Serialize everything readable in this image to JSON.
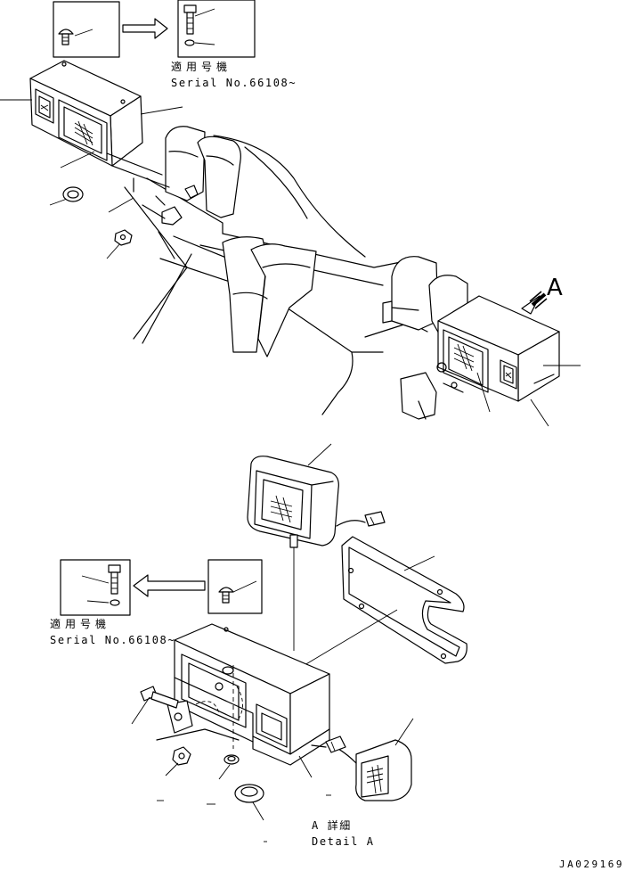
{
  "labels": {
    "applicable_jp_top": "適用号機",
    "serial_top": "Serial No.66108~",
    "applicable_jp_bottom": "適用号機",
    "serial_bottom": "Serial No.66108~",
    "view_letter": "A",
    "detail_jp": "A 詳細",
    "detail_en": "Detail A",
    "drawing_code": "JA029169"
  },
  "icons": {
    "arrow_right": "hollow-arrow-right",
    "arrow_left": "hollow-arrow-left",
    "view_arrow": "hatched-arrow-down-left"
  }
}
